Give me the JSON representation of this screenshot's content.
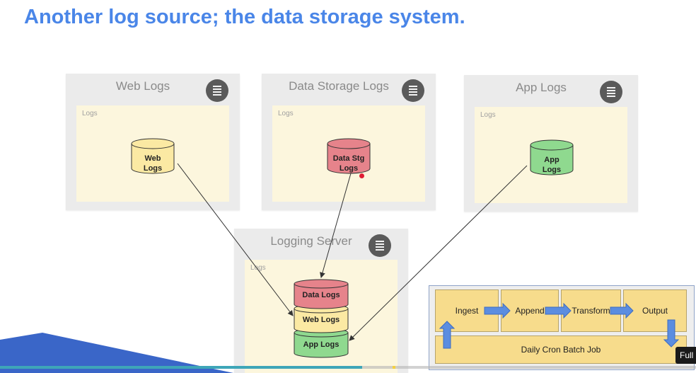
{
  "slide": {
    "title": "Another log source; the data storage system."
  },
  "panels": {
    "web": {
      "title": "Web Logs",
      "inner_label": "Logs",
      "db_label": [
        "Web",
        "Logs"
      ],
      "icon": "server-icon"
    },
    "storage": {
      "title": "Data Storage Logs",
      "inner_label": "Logs",
      "db_label": [
        "Data Stg",
        "Logs"
      ],
      "icon": "server-icon"
    },
    "app": {
      "title": "App Logs",
      "inner_label": "Logs",
      "db_label": [
        "App",
        "Logs"
      ],
      "icon": "server-icon"
    },
    "logging": {
      "title": "Logging Server",
      "inner_label": "Logs",
      "icon": "server-icon",
      "stack": [
        "Data Logs",
        "Web Logs",
        "App Logs"
      ]
    }
  },
  "cron": {
    "steps": [
      "Ingest",
      "Append",
      "Transform",
      "Output"
    ],
    "bar_label": "Daily Cron Batch Job"
  },
  "player": {
    "tooltip": "Full",
    "progress": 0.52
  },
  "colors": {
    "title": "#4a86e8",
    "web_db": "#fbe9a3",
    "storage_db": "#e6838b",
    "app_db": "#8fd98f",
    "arrow_blue": "#5b8de0"
  }
}
